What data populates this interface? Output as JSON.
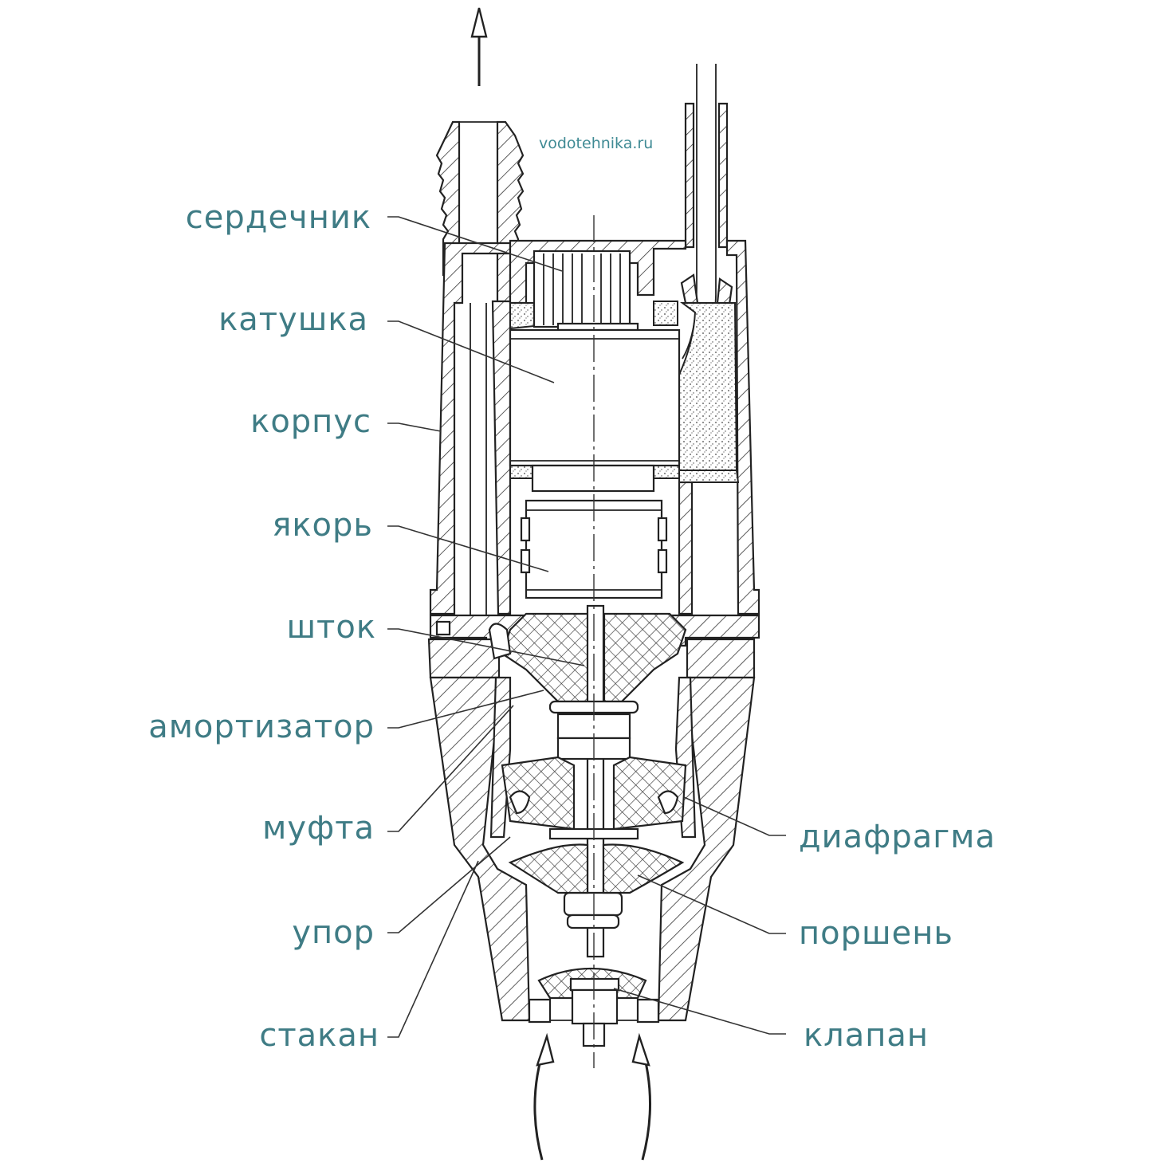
{
  "watermark": "vodotehnika.ru",
  "labels_left": {
    "core": "сердечник",
    "coil": "катушка",
    "body": "корпус",
    "armature": "якорь",
    "rod": "шток",
    "shock_absorber": "амортизатор",
    "coupling": "муфта",
    "stop": "упор",
    "cup": "стакан"
  },
  "labels_right": {
    "diaphragm": "диафрагма",
    "piston": "поршень",
    "valve": "клапан"
  }
}
